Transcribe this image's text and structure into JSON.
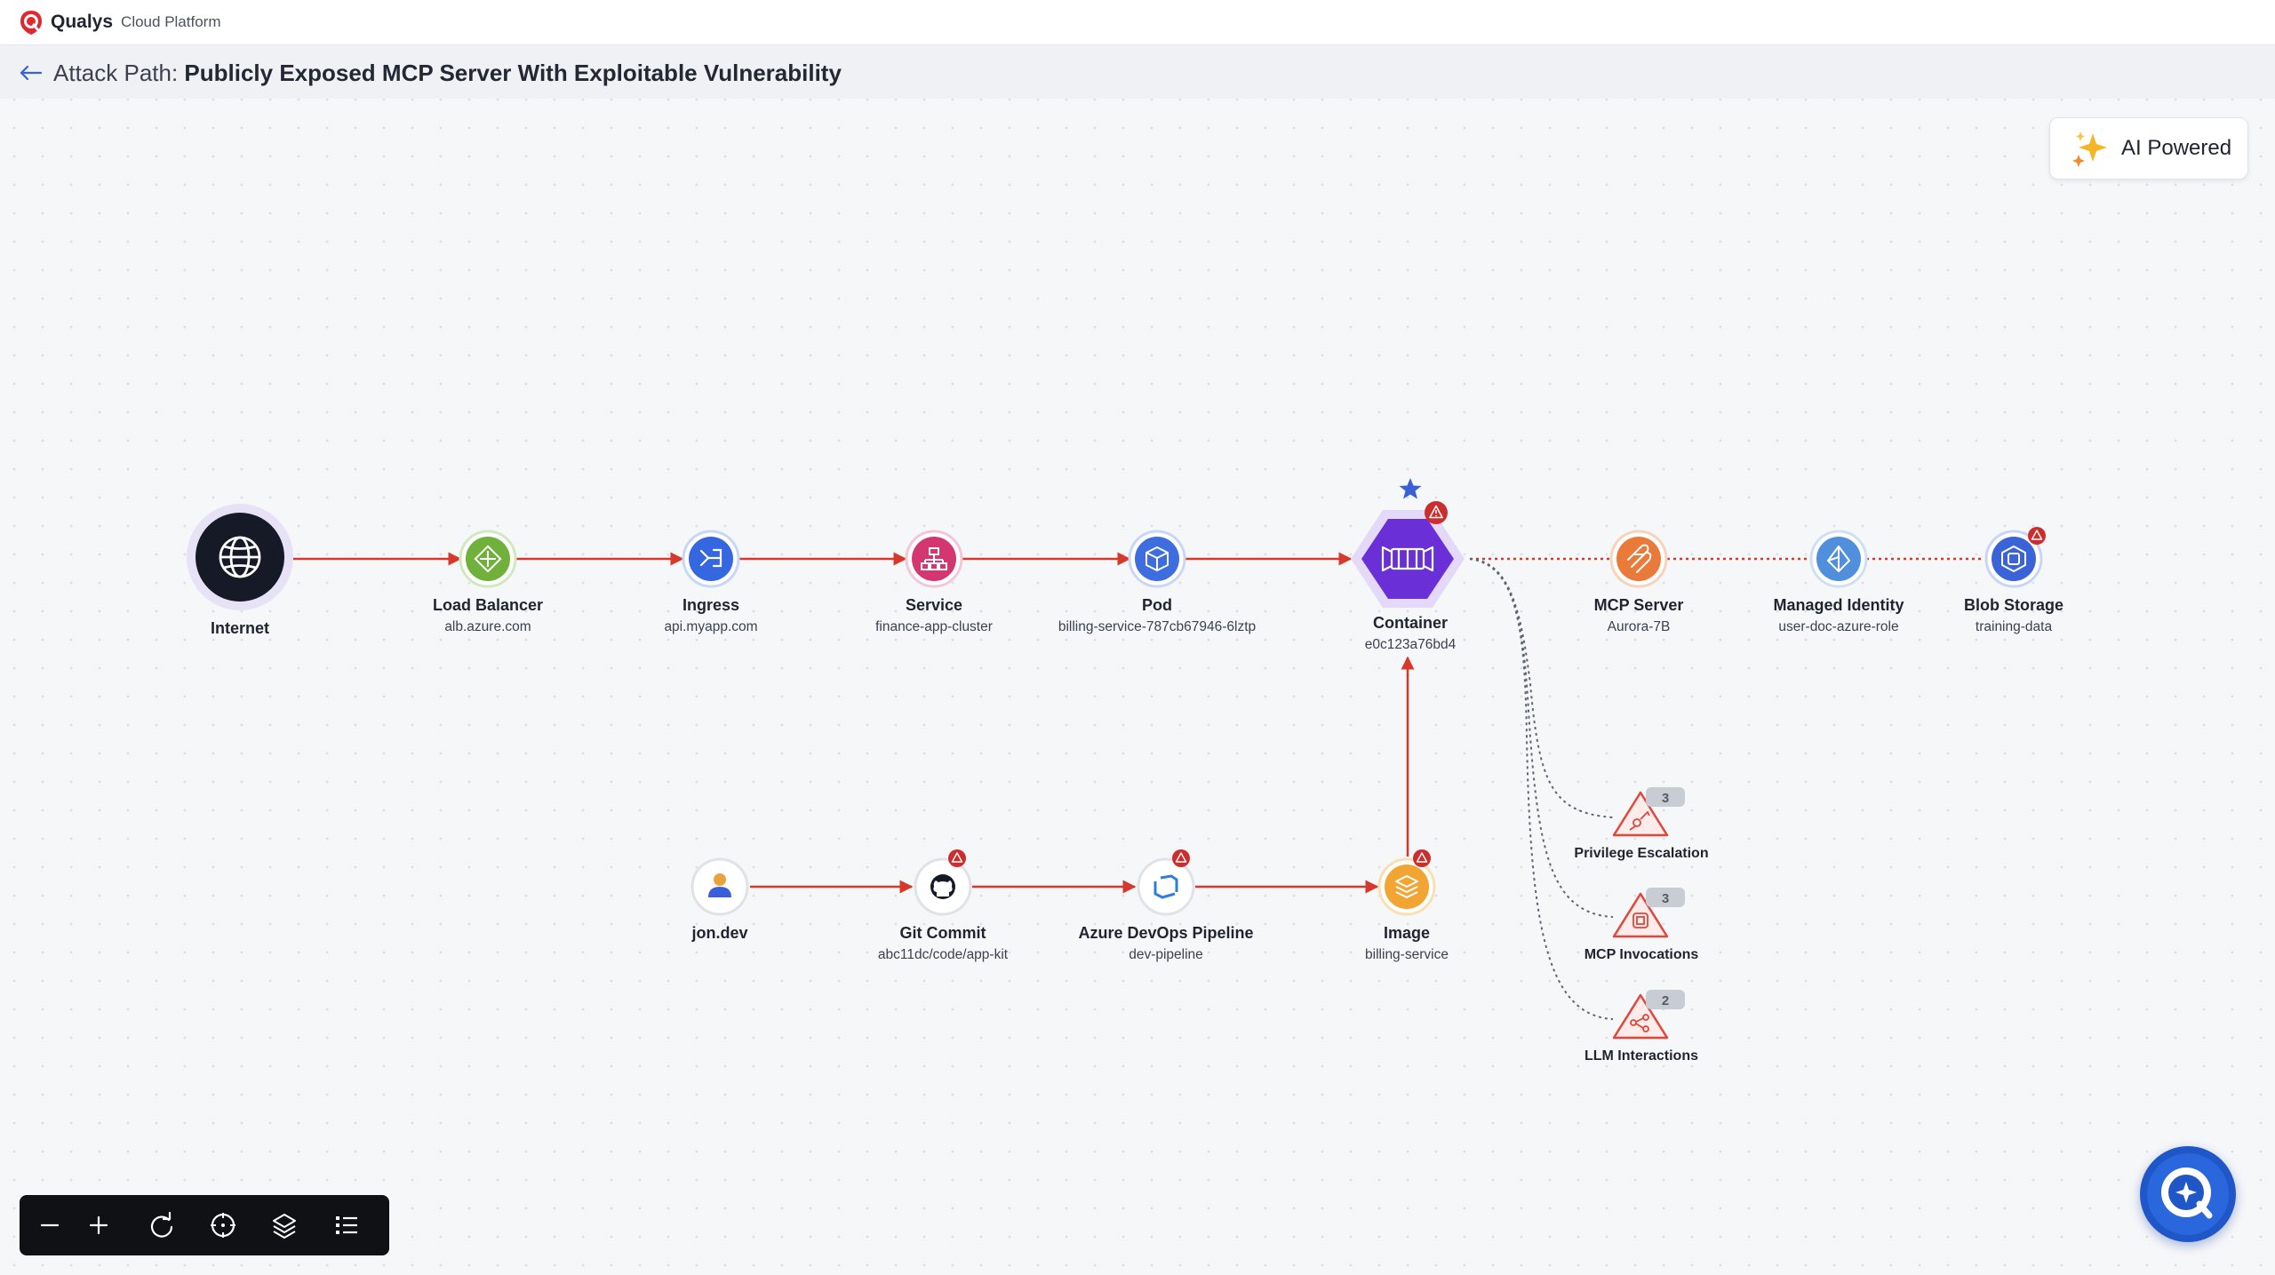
{
  "app": {
    "brand": "Qualys",
    "subtitle": "Cloud Platform"
  },
  "header": {
    "prefix": "Attack Path: ",
    "title": "Publicly Exposed MCP Server With Exploitable Vulnerability"
  },
  "ai_badge": {
    "label": "AI Powered"
  },
  "nodes": {
    "internet": {
      "label": "Internet",
      "sub": ""
    },
    "load_balancer": {
      "label": "Load Balancer",
      "sub": "alb.azure.com"
    },
    "ingress": {
      "label": "Ingress",
      "sub": "api.myapp.com"
    },
    "service": {
      "label": "Service",
      "sub": "finance-app-cluster"
    },
    "pod": {
      "label": "Pod",
      "sub": "billing-service-787cb67946-6lztp"
    },
    "container": {
      "label": "Container",
      "sub": "e0c123a76bd4"
    },
    "mcp_server": {
      "label": "MCP Server",
      "sub": "Aurora-7B"
    },
    "managed_identity": {
      "label": "Managed Identity",
      "sub": "user-doc-azure-role"
    },
    "blob_storage": {
      "label": "Blob Storage",
      "sub": "training-data"
    },
    "jon_dev": {
      "label": "jon.dev",
      "sub": ""
    },
    "git_commit": {
      "label": "Git Commit",
      "sub": "abc11dc/code/app-kit"
    },
    "azure_devops": {
      "label": "Azure DevOps Pipeline",
      "sub": "dev-pipeline"
    },
    "image": {
      "label": "Image",
      "sub": "billing-service"
    }
  },
  "findings": [
    {
      "label": "Privilege Escalation",
      "count": "3"
    },
    {
      "label": "MCP Invocations",
      "count": "3"
    },
    {
      "label": "LLM Interactions",
      "count": "2"
    }
  ],
  "colors": {
    "edge": "#d6382c",
    "internet": "#151a26",
    "load_balancer": "#6fb13a",
    "ingress": "#3567e0",
    "service": "#d4376f",
    "pod": "#3d6ddf",
    "container": "#6a2fd6",
    "mcp_server": "#ea7a3a",
    "managed_identity": "#4f8fdc",
    "blob_storage": "#3a63d8",
    "image": "#f2a533",
    "finding": "#e2453a",
    "alert": "#cc2e2e",
    "star": "#3b5fd8"
  },
  "icons": [
    "qualys-logo-icon",
    "back-arrow-icon",
    "sparkles-icon",
    "globe-icon",
    "load-balancer-icon",
    "ingress-icon",
    "service-icon",
    "pod-icon",
    "container-icon",
    "mcp-server-icon",
    "managed-identity-icon",
    "blob-storage-icon",
    "user-icon",
    "github-icon",
    "azure-devops-icon",
    "image-layers-icon",
    "star-icon",
    "alert-icon",
    "zoom-out-icon",
    "zoom-in-icon",
    "reset-icon",
    "center-icon",
    "layers-icon",
    "list-icon",
    "assistant-icon"
  ],
  "toolbar": {
    "buttons": [
      "zoom-out",
      "zoom-in",
      "reset",
      "center",
      "layers",
      "list"
    ]
  }
}
